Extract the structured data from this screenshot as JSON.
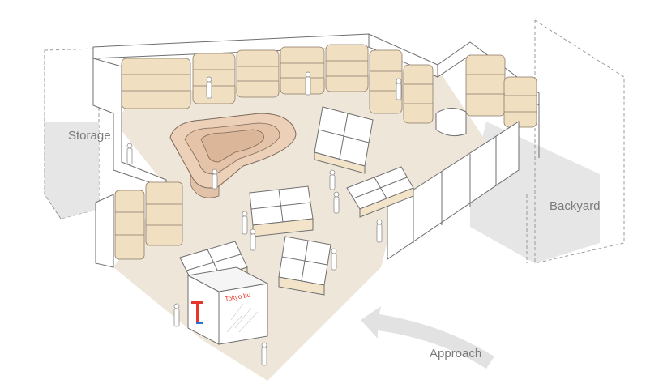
{
  "labels": {
    "storage": "Storage",
    "backyard": "Backyard",
    "approach": "Approach"
  },
  "sign": {
    "title": "Tokyo bu",
    "glyph": "T"
  },
  "colors": {
    "floor": "#efe6da",
    "storage_shade": "#e3e3e3",
    "backyard_shade": "#e6e6e6",
    "arrow": "#e2e2e2",
    "shelf": "#f1dfc2",
    "accent_red": "#e8342a",
    "accent_blue": "#2f6fd6"
  }
}
